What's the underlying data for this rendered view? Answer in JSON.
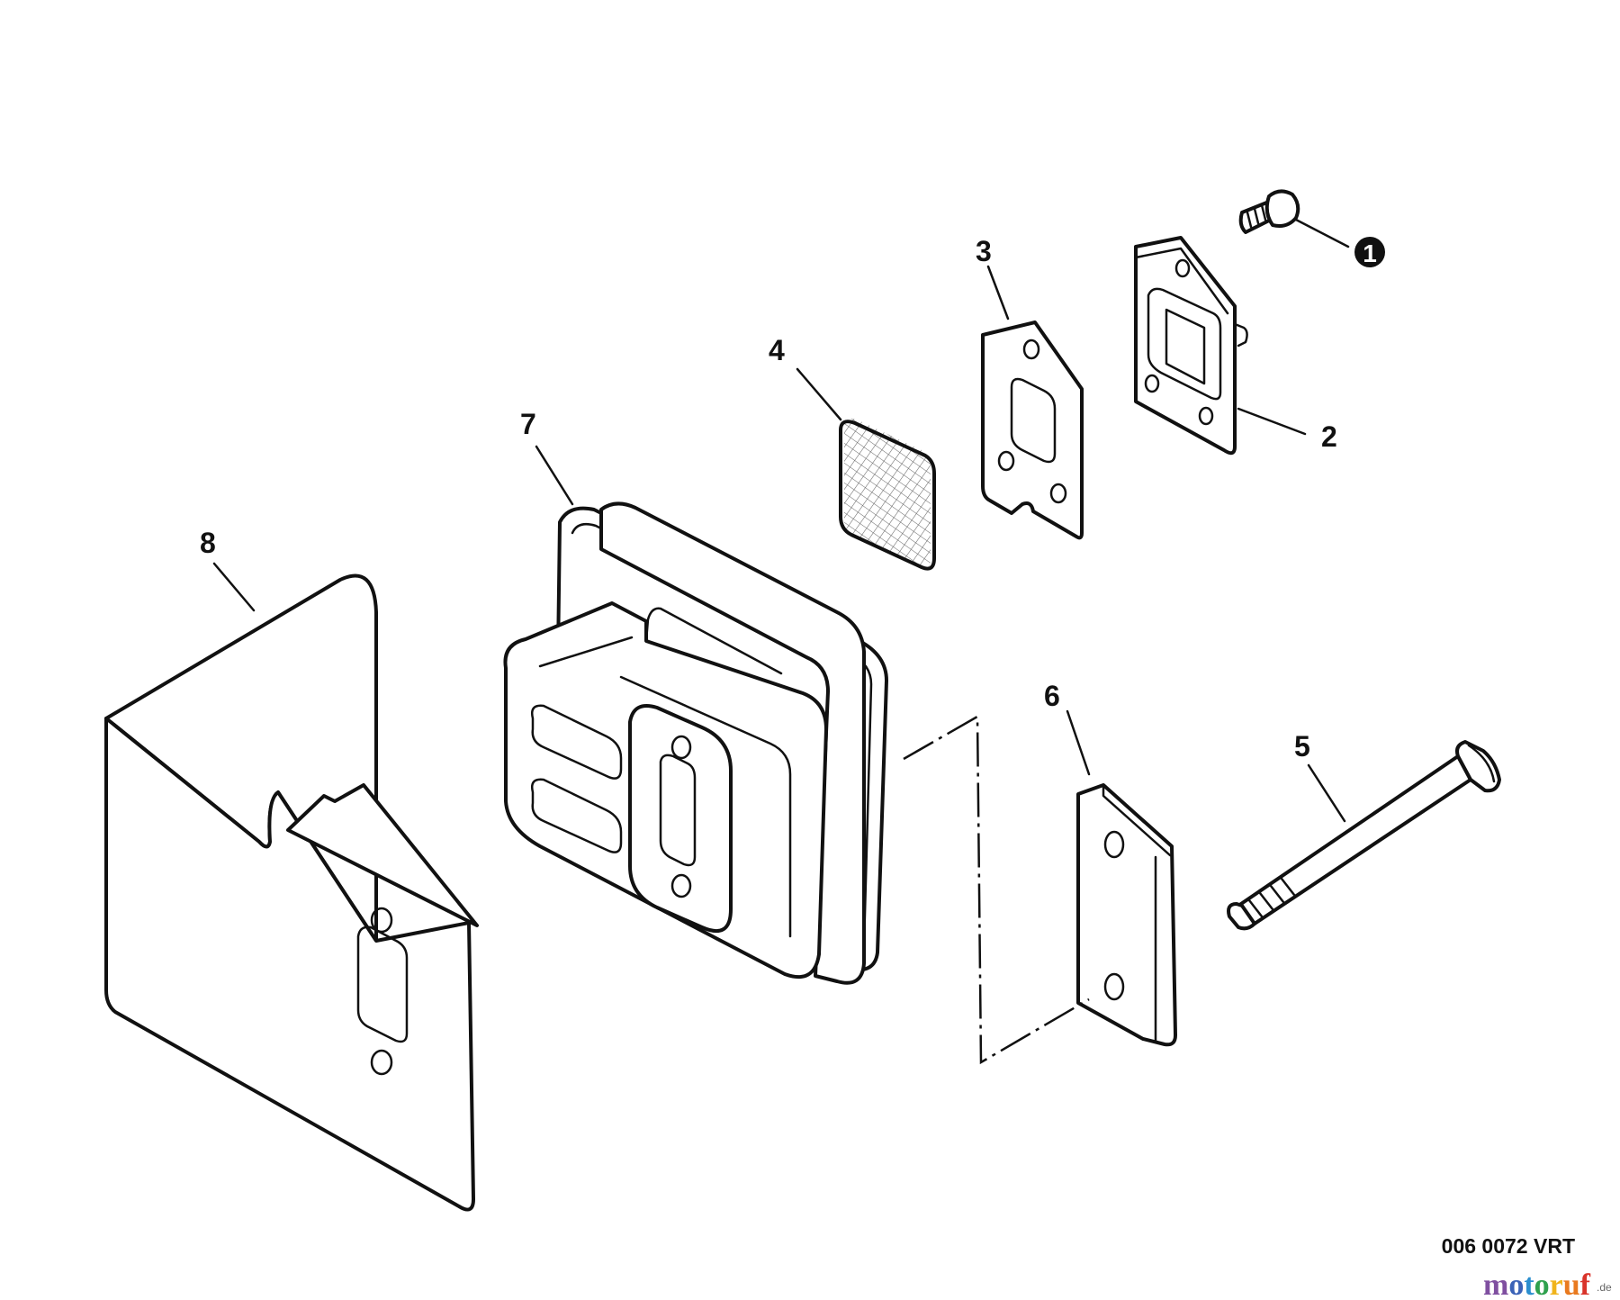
{
  "diagram": {
    "callouts": {
      "c1": "1",
      "c2": "2",
      "c3": "3",
      "c4": "4",
      "c5": "5",
      "c6": "6",
      "c7": "7",
      "c8": "8"
    },
    "reference_code": "006 0072 VRT",
    "watermark": {
      "letters": [
        "m",
        "o",
        "t",
        "o",
        "r",
        "u",
        "f"
      ],
      "suffix": ".de",
      "colors": [
        "#7f4fa0",
        "#3a62b7",
        "#2c8fcf",
        "#2fa14e",
        "#f0b41c",
        "#e97a1f",
        "#d9342b"
      ]
    }
  }
}
